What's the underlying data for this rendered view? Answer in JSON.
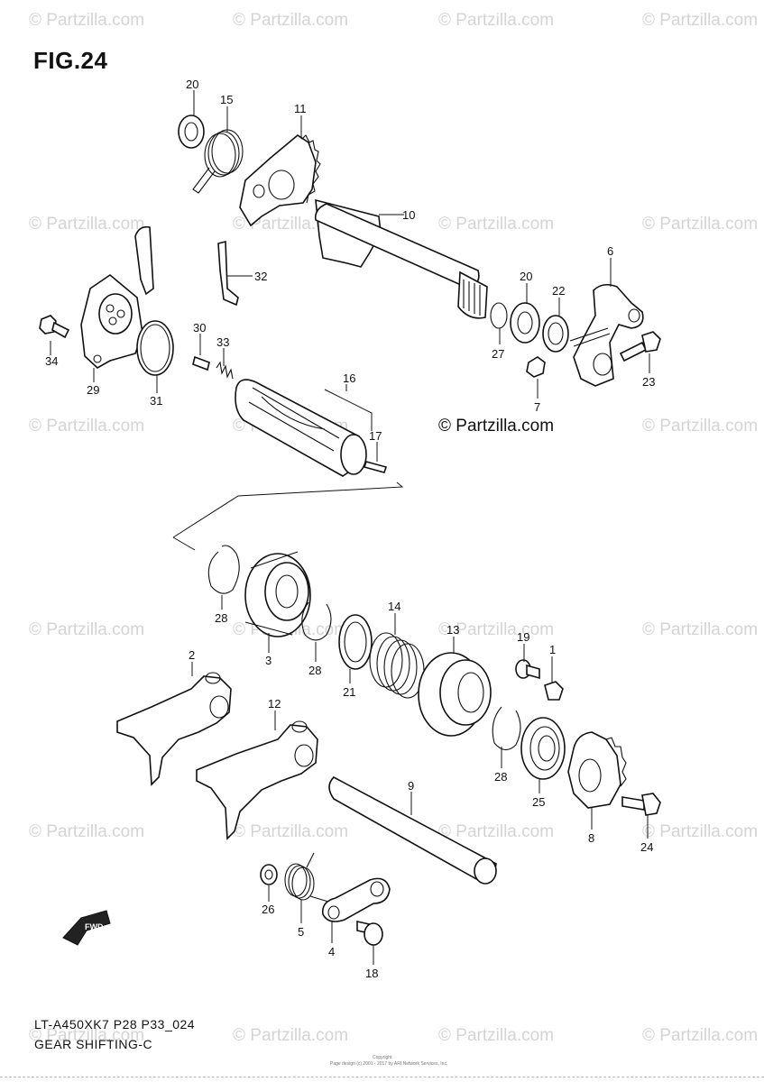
{
  "figure": {
    "title": "FIG.24"
  },
  "watermark": {
    "text": "© Partzilla.com"
  },
  "copyright": {
    "text": "© Partzilla.com"
  },
  "footer": {
    "model_code": "LT-A450XK7 P28 P33_024",
    "caption": "GEAR SHIFTING-C",
    "small_line1": "Copyright",
    "small_line2": "Page design (c) 2001 - 2017 by ARI Network Services, Inc."
  },
  "fwd_label": "FWD",
  "callouts": {
    "c1": "1",
    "c2": "2",
    "c3": "3",
    "c4": "4",
    "c5": "5",
    "c6": "6",
    "c7": "7",
    "c8": "8",
    "c9": "9",
    "c10": "10",
    "c11": "11",
    "c12": "12",
    "c13": "13",
    "c14": "14",
    "c15": "15",
    "c16": "16",
    "c17": "17",
    "c18": "18",
    "c19": "19",
    "c20a": "20",
    "c20b": "20",
    "c21": "21",
    "c22": "22",
    "c23": "23",
    "c24": "24",
    "c25": "25",
    "c26": "26",
    "c27": "27",
    "c28a": "28",
    "c28b": "28",
    "c28c": "28",
    "c29": "29",
    "c30": "30",
    "c31": "31",
    "c32": "32",
    "c33": "33",
    "c34": "34"
  }
}
